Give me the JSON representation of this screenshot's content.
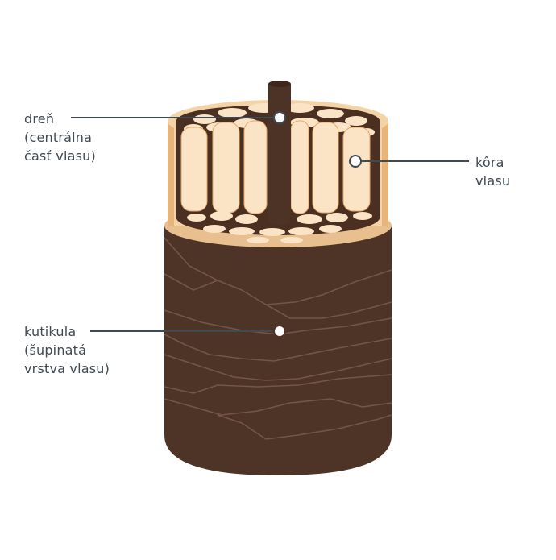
{
  "labels": {
    "medulla": [
      "dreň",
      "(centrálna",
      " časť vlasu)"
    ],
    "cortex": [
      "kôra",
      "vlasu"
    ],
    "cuticle": [
      "kutikula",
      "(šupinatá",
      " vrstva vlasu)"
    ]
  },
  "colors": {
    "cuticle": "#4d3427",
    "cuticle_line": "#745548",
    "cortex_fiber": "#fbe3c5",
    "cortex_outline": "#e6a968",
    "gap": "#4b3022",
    "rim": "#f4d3a6",
    "medulla": "#4d3226",
    "leader": "#3f4a52"
  }
}
